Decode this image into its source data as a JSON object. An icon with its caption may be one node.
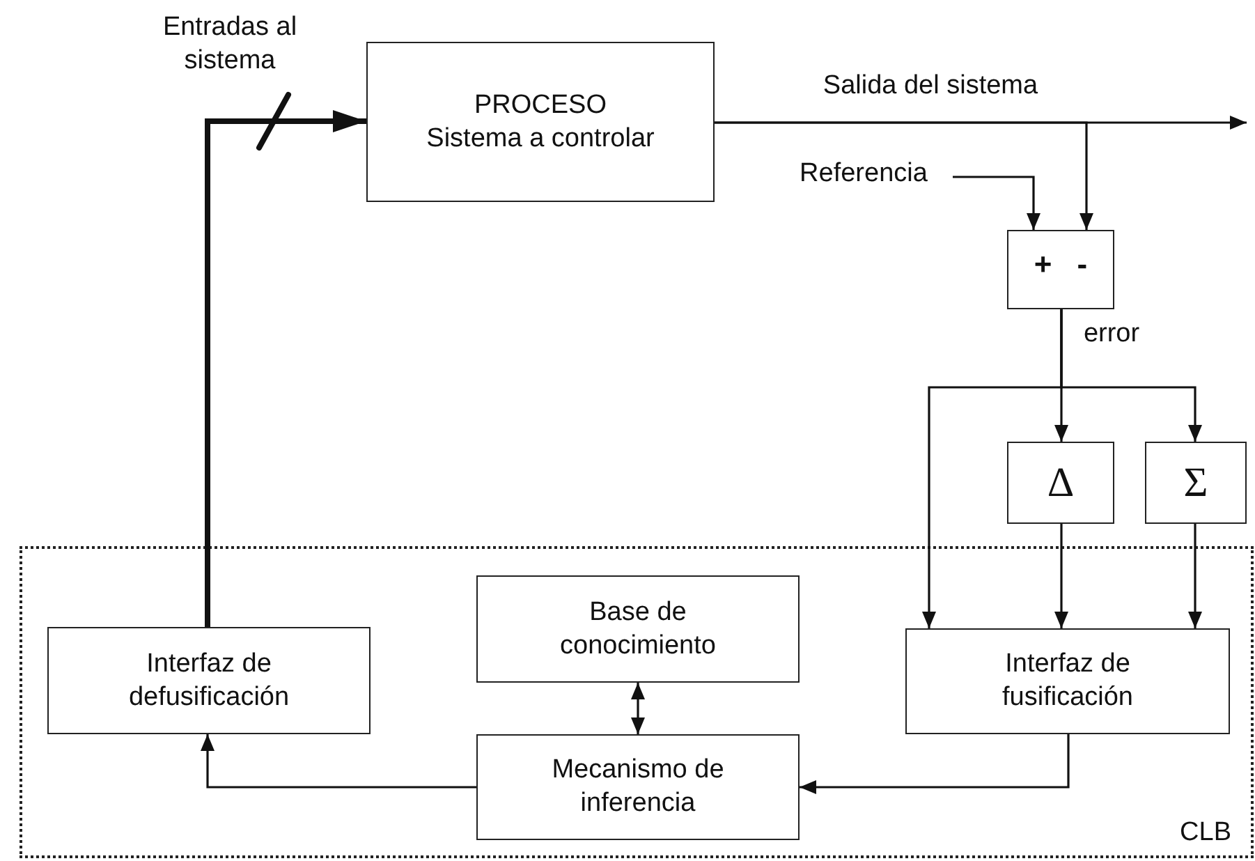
{
  "diagram": {
    "nodes": [
      {
        "text": [
          "PROCESO",
          "Sistema a controlar"
        ]
      },
      {
        "text": [
          "Referencia"
        ]
      },
      {
        "text": [
          "+",
          "-"
        ]
      },
      {
        "text": [
          "Δ"
        ]
      },
      {
        "text": [
          "Σ"
        ]
      },
      {
        "text": [
          "CLB"
        ]
      },
      {
        "text": [
          "Base de conocimiento"
        ],
        "in": 5
      },
      {
        "text": [
          "Interfaz de defusificación"
        ],
        "in": 5
      },
      {
        "text": [
          "Interfaz de fusificación"
        ],
        "in": 5
      },
      {
        "text": [
          "Mecanismo de inferencia"
        ],
        "in": 5
      }
    ],
    "edges": [
      {
        "from": 7,
        "to": 0,
        "arrow": "to",
        "style": "thick",
        "label": "Entradas al sistema"
      },
      {
        "from": 0,
        "to": null,
        "arrow": "to",
        "label": "Salida del sistema"
      },
      {
        "from": 0,
        "to": 2,
        "arrow": "to"
      },
      {
        "from": 1,
        "to": 2,
        "arrow": "to"
      },
      {
        "from": 2,
        "to": 3,
        "arrow": "to",
        "label": "error"
      },
      {
        "from": 2,
        "to": 4,
        "arrow": "to"
      },
      {
        "from": 2,
        "to": 8,
        "arrow": "to"
      },
      {
        "from": 3,
        "to": 8,
        "arrow": "to"
      },
      {
        "from": 4,
        "to": 8,
        "arrow": "to"
      },
      {
        "from": 8,
        "to": 9,
        "arrow": "to"
      },
      {
        "from": 9,
        "to": 7,
        "arrow": "to"
      },
      {
        "from": 6,
        "to": 9,
        "arrow": "both"
      }
    ]
  }
}
